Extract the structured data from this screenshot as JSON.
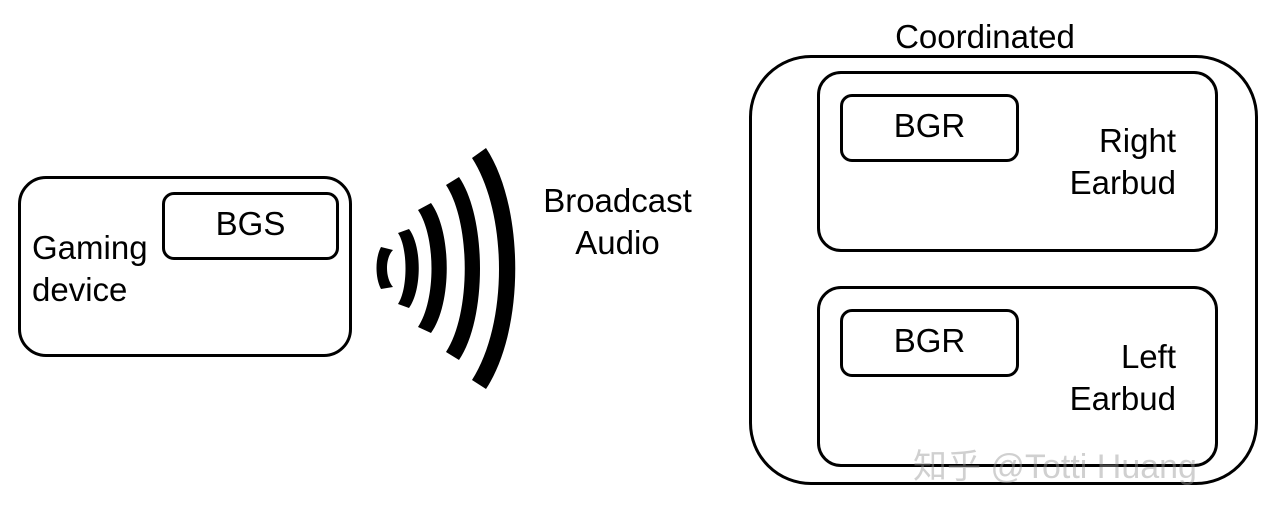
{
  "gaming_device": {
    "label": "Gaming\ndevice",
    "bgs_label": "BGS"
  },
  "broadcast": {
    "label": "Broadcast\nAudio"
  },
  "coordinated_set": {
    "title": "Coordinated",
    "right_earbud": {
      "label": "Right\nEarbud",
      "bgr_label": "BGR"
    },
    "left_earbud": {
      "label": "Left\nEarbud",
      "bgr_label": "BGR"
    }
  },
  "watermark": {
    "text": "知乎 @Totti Huang"
  },
  "colors": {
    "stroke": "#000000",
    "background": "#ffffff"
  }
}
